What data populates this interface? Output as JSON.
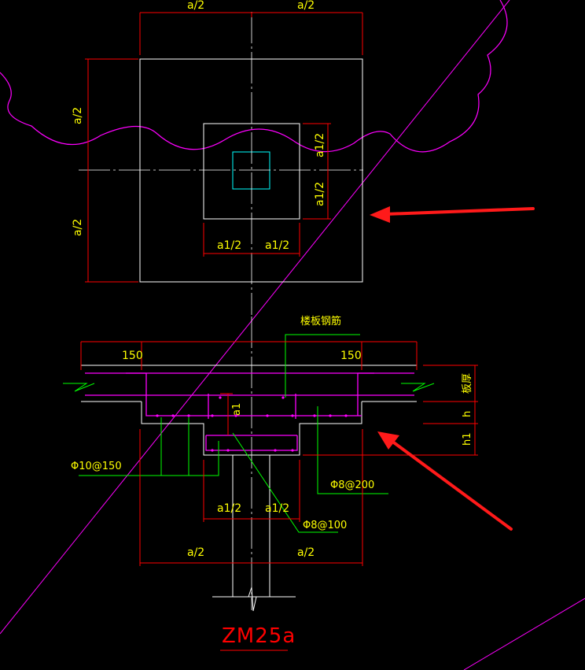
{
  "colors": {
    "background": "#000000",
    "outline": "#ffffff",
    "dimension": "#ff0000",
    "text": "#ffff00",
    "rebar": "#ff00ff",
    "leader": "#00ff00",
    "column": "#00ffff",
    "arrow": "#ff1a1a"
  },
  "plan": {
    "dim_top_left": "a/2",
    "dim_top_right": "a/2",
    "dim_left_upper": "a/2",
    "dim_left_lower": "a/2",
    "dim_inner_right_upper": "a1/2",
    "dim_inner_right_lower": "a1/2",
    "dim_inner_bottom_left": "a1/2",
    "dim_inner_bottom_right": "a1/2"
  },
  "section": {
    "dim_slab_left": "150",
    "dim_slab_right": "150",
    "label_slab_rebar": "楼板钢筋",
    "label_slab_thickness": "板厚",
    "label_h": "h",
    "label_h1": "h1",
    "label_a1": "a1",
    "rebar_left": "Φ10@150",
    "rebar_right": "Φ8@200",
    "rebar_bottom": "Φ8@100",
    "dim_cap_left": "a1/2",
    "dim_cap_right": "a1/2",
    "dim_base_left": "a/2",
    "dim_base_right": "a/2"
  },
  "title": "ZM25a"
}
